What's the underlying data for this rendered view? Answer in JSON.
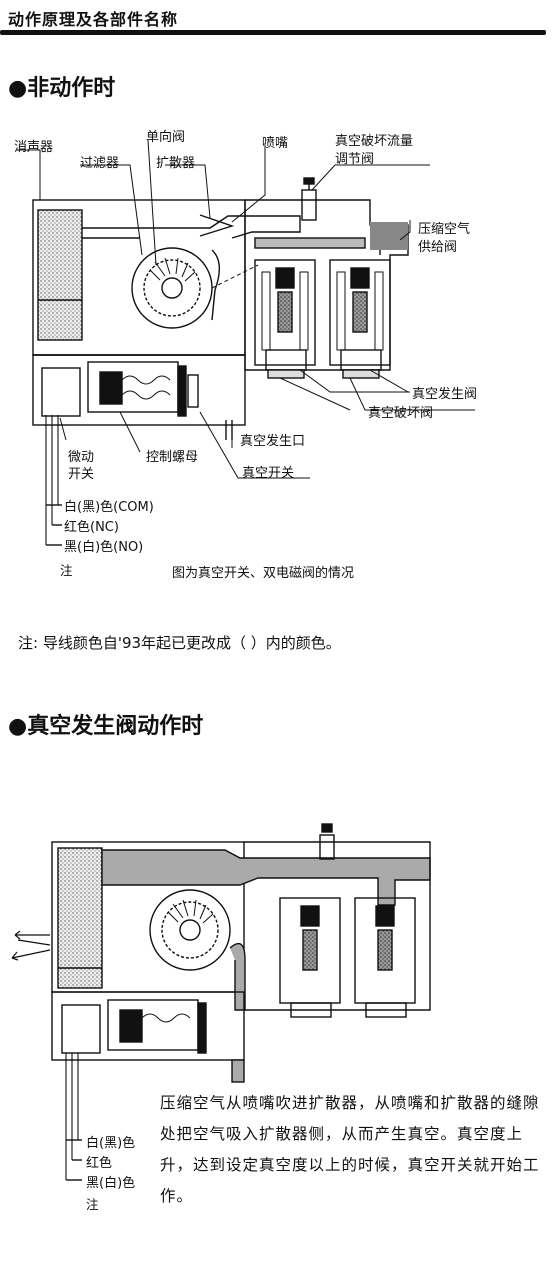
{
  "header": {
    "title": "动作原理及各部件名称"
  },
  "section1": {
    "title": "●非动作时",
    "labels": {
      "muffler": "消声器",
      "filter": "过滤器",
      "check_valve": "单向阀",
      "diffuser": "扩散器",
      "nozzle": "喷嘴",
      "vacuum_break_flow_1": "真空破坏流量",
      "vacuum_break_flow_2": "调节阀",
      "supply_valve_1": "压缩空气",
      "supply_valve_2": "供给阀",
      "vacuum_gen_valve": "真空发生阀",
      "vacuum_break_valve": "真空破坏阀",
      "vacuum_port": "真空发生口",
      "micro_switch_1": "微动",
      "micro_switch_2": "开关",
      "control_nut": "控制螺母",
      "vacuum_switch": "真空开关",
      "wire_com": "白(黑)色(COM)",
      "wire_nc": "红色(NC)",
      "wire_no": "黑(白)色(NO)",
      "note_mark": "注"
    },
    "caption": "图为真空开关、双电磁阀的情况"
  },
  "note": "注:  导线颜色自'93年起已更改成（    ）内的颜色。",
  "section2": {
    "title": "●真空发生阀动作时",
    "labels": {
      "wire_com": "白(黑)色",
      "wire_nc": "红色",
      "wire_no": "黑(白)色",
      "note_mark": "注"
    },
    "description": "压缩空气从喷嘴吹进扩散器，从喷嘴和扩散器的缝隙处把空气吸入扩散器侧，从而产生真空。真空度上升，达到设定真空度以上的时候，真空开关就开始工作。"
  }
}
